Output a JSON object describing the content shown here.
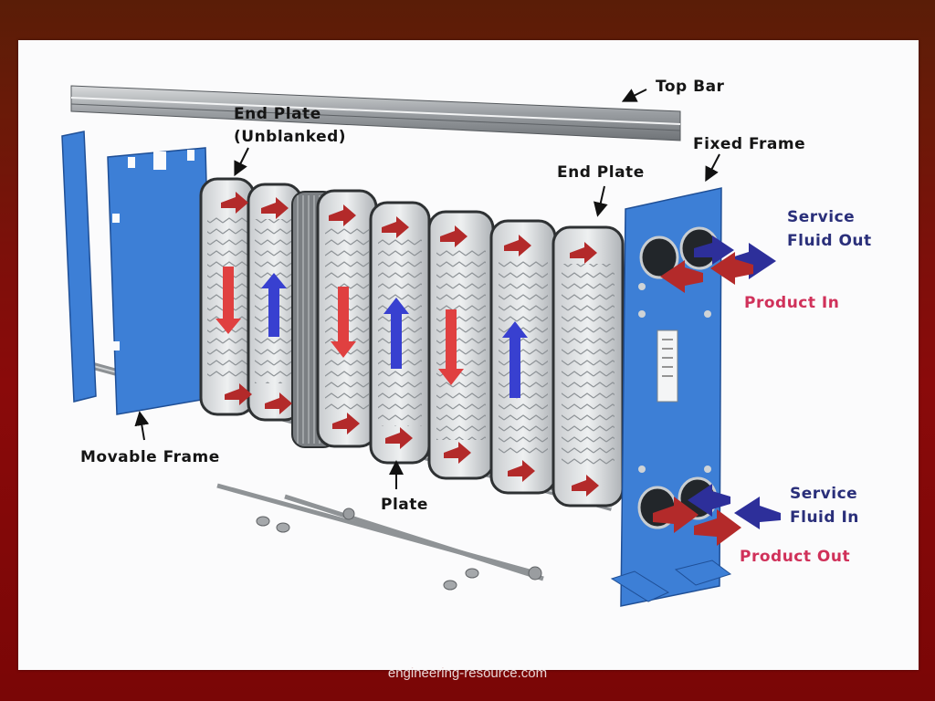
{
  "labels": {
    "top_bar": "Top Bar",
    "end_plate_unblanked_line1": "End Plate",
    "end_plate_unblanked_line2": "(Unblanked)",
    "fixed_frame": "Fixed Frame",
    "end_plate": "End Plate",
    "service_fluid_out_line1": "Service",
    "service_fluid_out_line2": "Fluid Out",
    "product_in": "Product In",
    "movable_frame": "Movable Frame",
    "plate": "Plate",
    "service_fluid_in_line1": "Service",
    "service_fluid_in_line2": "Fluid In",
    "product_out": "Product Out"
  },
  "footer": {
    "source": "engineering-resource.com"
  },
  "colors": {
    "frame_blue": "#3d7fd6",
    "hot_arrow": "#b32a2a",
    "cold_arrow": "#2d2f9a",
    "label_navy": "#2a2f7a",
    "label_pink": "#d0315a"
  }
}
